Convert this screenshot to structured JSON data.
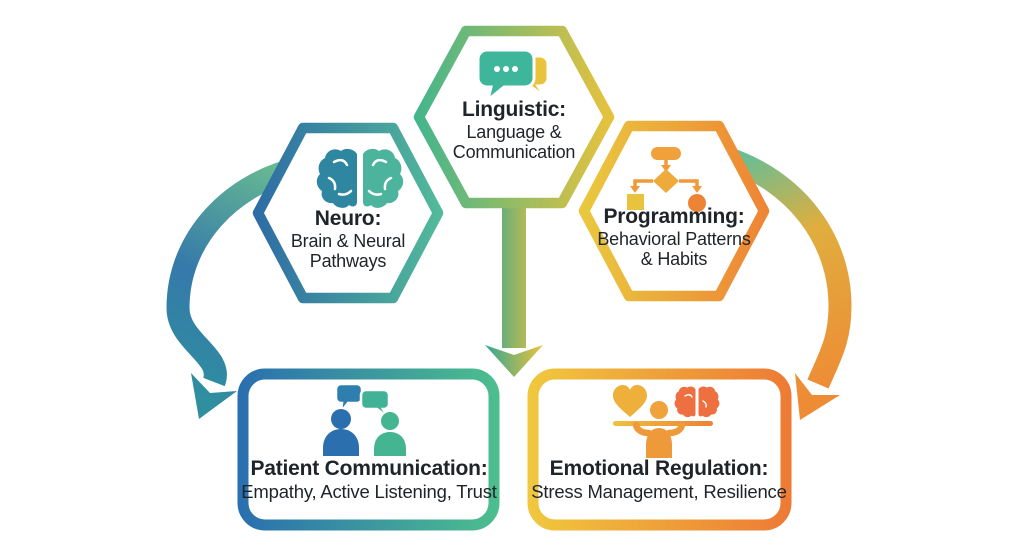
{
  "page": {
    "background": "#ffffff",
    "text_color": "#1f2429"
  },
  "nodes": {
    "neuro": {
      "title": "Neuro:",
      "line1": "Brain & Neural",
      "line2": "Pathways",
      "icon": "brain-icon",
      "shape": "hexagon",
      "gradient_start": "#2e6da4",
      "gradient_end": "#52b99a"
    },
    "linguistic": {
      "title": "Linguistic:",
      "line1": "Language &",
      "line2": "Communication",
      "icon": "speech-bubbles-icon",
      "shape": "hexagon",
      "gradient_start": "#45b58c",
      "gradient_end": "#e5c23e"
    },
    "programming": {
      "title": "Programming:",
      "line1": "Behavioral Patterns",
      "line2": "& Habits",
      "icon": "flowchart-icon",
      "shape": "hexagon",
      "gradient_start": "#e9c83f",
      "gradient_end": "#ee8535"
    },
    "patient_communication": {
      "title": "Patient Communication:",
      "line1": "Empathy, Active Listening, Trust",
      "icon": "people-conversation-icon",
      "shape": "rounded-rectangle",
      "gradient_start": "#2a6fb0",
      "gradient_end": "#4dbf8d"
    },
    "emotional_regulation": {
      "title": "Emotional Regulation:",
      "line1": "Stress Management, Resilience",
      "icon": "heart-brain-balance-icon",
      "shape": "rounded-rectangle",
      "gradient_start": "#f0c83e",
      "gradient_end": "#ed7a35"
    }
  },
  "arrows": [
    {
      "name": "left-curved-arrow",
      "from": "neuro",
      "to": "patient_communication",
      "colors": [
        "#6cc18f",
        "#3579ab",
        "#2f8f9f"
      ]
    },
    {
      "name": "center-down-arrow",
      "from": "linguistic",
      "to": "bottom-row",
      "colors": [
        "#35a693",
        "#e8c33c"
      ]
    },
    {
      "name": "right-curved-arrow",
      "from": "programming",
      "to": "emotional_regulation",
      "colors": [
        "#5abf9f",
        "#e0ae3e",
        "#ee8b35"
      ]
    }
  ]
}
